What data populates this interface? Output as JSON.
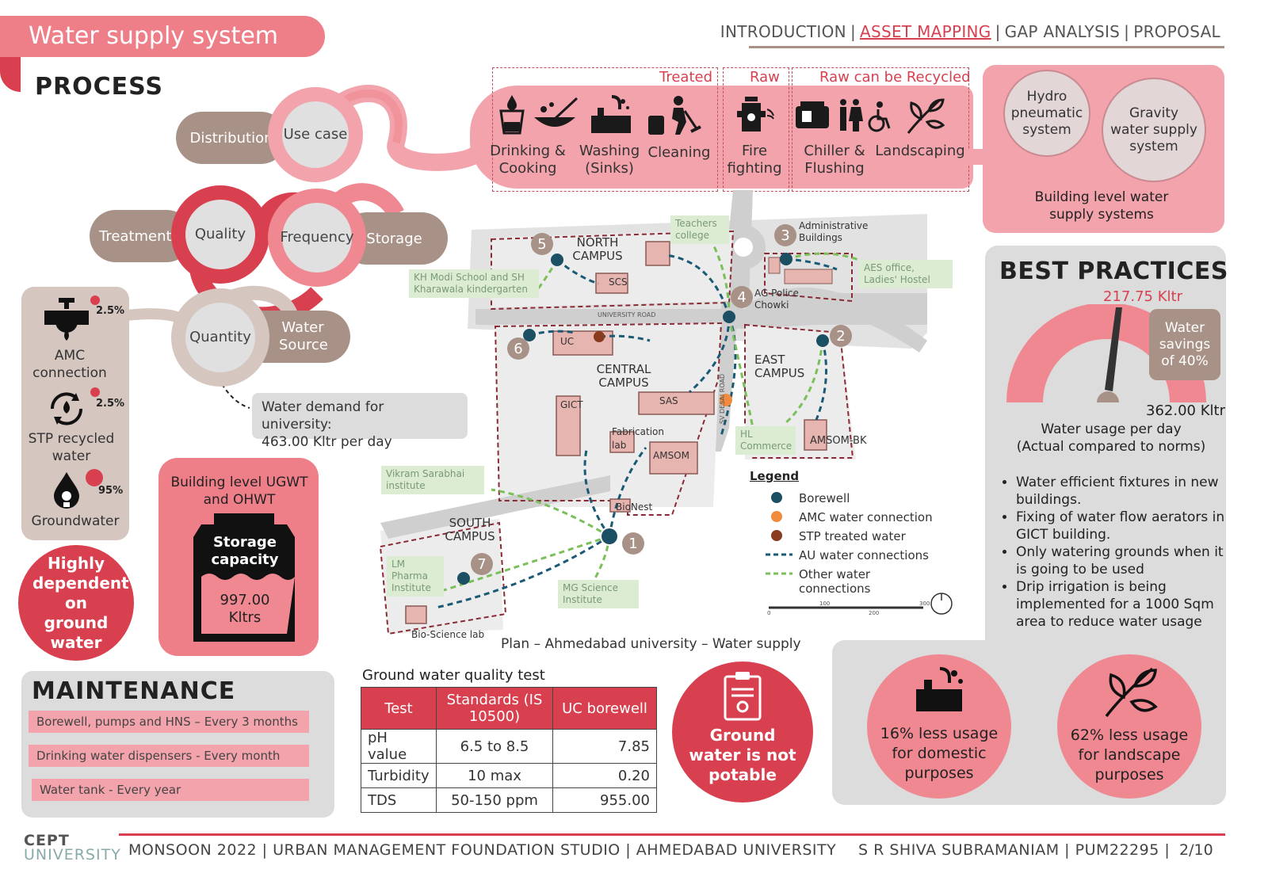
{
  "header": {
    "title": "Water supply system",
    "section": "PROCESS",
    "nav": [
      "INTRODUCTION",
      "ASSET MAPPING",
      "GAP ANALYSIS",
      "PROPOSAL"
    ],
    "nav_active": "ASSET MAPPING"
  },
  "process": {
    "distribution": "Distribution",
    "use_case": "Use case",
    "treatment": "Treatment",
    "quality": "Quality",
    "frequency": "Frequency",
    "storage": "Storage",
    "quantity": "Quantity",
    "water_source": "Water Source",
    "demand_line1": "Water demand for university:",
    "demand_line2": "463.00 Kltr per day"
  },
  "use_cases": {
    "categories": [
      "Treated",
      "Raw",
      "Raw can be Recycled"
    ],
    "items": [
      {
        "label1": "Drinking &",
        "label2": "Cooking",
        "icon": "drinking-water-icon"
      },
      {
        "label1": "Washing",
        "label2": "(Sinks)",
        "icon": "washing-dishes-icon"
      },
      {
        "label1": "Cleaning",
        "label2": "",
        "icon": "cleaning-icon"
      },
      {
        "label1": "Fire",
        "label2": "fighting",
        "icon": "fire-hydrant-icon"
      },
      {
        "label1": "Chiller &",
        "label2": "Flushing",
        "icon": "toilet-icon"
      },
      {
        "label1": "Landscaping",
        "label2": "",
        "icon": "plant-icon"
      }
    ]
  },
  "building_systems": {
    "hydro": "Hydro pneumatic system",
    "gravity": "Gravity water supply system",
    "caption": "Building level water supply systems"
  },
  "sources": [
    {
      "label1": "AMC",
      "label2": "connection",
      "pct": "2.5%",
      "icon": "valve-icon"
    },
    {
      "label1": "STP recycled",
      "label2": "water",
      "pct": "2.5%",
      "icon": "recycle-water-icon"
    },
    {
      "label1": "Groundwater",
      "label2": "",
      "pct": "95%",
      "icon": "ground-water-drop-icon"
    }
  ],
  "ugwt": {
    "title": "Building level UGWT and OHWT",
    "tank_label": "Storage capacity",
    "tank_value": "997.00",
    "tank_unit": "Kltrs"
  },
  "highly_dependent": "Highly dependent on ground water",
  "maintenance": {
    "title": "MAINTENANCE",
    "items": [
      "Borewell, pumps and HNS – Every 3 months",
      "Drinking water dispensers  -  Every month",
      "Water tank  -  Every year"
    ]
  },
  "quality_test": {
    "title": "Ground water quality test",
    "headers": [
      "Test",
      "Standards (IS 10500)",
      "UC borewell"
    ],
    "rows": [
      [
        "pH value",
        "6.5 to 8.5",
        "7.85"
      ],
      [
        "Turbidity",
        "10 max",
        "0.20"
      ],
      [
        "TDS",
        "50-150 ppm",
        "955.00"
      ]
    ]
  },
  "potable": "Ground water is not potable",
  "map": {
    "caption": "Plan – Ahmedabad university – Water supply",
    "campuses": {
      "north": "NORTH CAMPUS",
      "central": "CENTRAL CAMPUS",
      "east": "EAST CAMPUS",
      "south": "SOUTH CAMPUS"
    },
    "buildings": {
      "scs": "SCS",
      "uc": "UC",
      "gict": "GICT",
      "sas": "SAS",
      "fab": "Fabrication lab",
      "amsom": "AMSOM",
      "amsom_bk": "AMSOM-BK",
      "bionest": "BioNest",
      "bio_lab": "Bio-Science lab",
      "admin": "Administrative Buildings",
      "ag_police": "AG Police Chowki",
      "univ_road": "UNIVERSITY ROAD",
      "sv_road": "SV DESAI ROAD"
    },
    "external": {
      "teachers": "Teachers college",
      "kh_modi": "KH Modi School and SH Kharawala kindergarten",
      "aes": "AES office, Ladies' Hostel",
      "vikram": "Vikram Sarabhai institute",
      "lm": "LM Pharma Institute",
      "mg": "MG Science Institute",
      "hl": "HL Commerce"
    },
    "numbers": [
      "1",
      "2",
      "3",
      "4",
      "5",
      "6",
      "7"
    ],
    "legend_title": "Legend",
    "legend": [
      {
        "label": "Borewell",
        "color": "#1b4f63"
      },
      {
        "label": "AMC water connection",
        "color": "#f08a3c"
      },
      {
        "label": "STP treated water",
        "color": "#8a3a1e"
      },
      {
        "label": "AU water connections",
        "color": "#1b5a75"
      },
      {
        "label": "Other water connections",
        "color": "#7bbf5a"
      }
    ],
    "scale": [
      "0",
      "100",
      "200",
      "300"
    ]
  },
  "best_practices": {
    "title": "BEST PRACTICES",
    "gauge_top": "217.75 Kltr",
    "savings": "Water savings of 40%",
    "gauge_value": "362.00 Kltr",
    "usage_line1": "Water usage per day",
    "usage_line2": "(Actual compared to norms)",
    "bullets": [
      "Water efficient fixtures in new buildings.",
      "Fixing of water flow aerators in GICT building.",
      "Only watering grounds when it is going to be used",
      "Drip irrigation is being implemented for a 1000 Sqm area to reduce water usage"
    ],
    "stat1": "16% less usage for domestic purposes",
    "stat2": "62% less usage for landscape purposes"
  },
  "footer": {
    "logo_top": "CEPT",
    "logo_bottom": "UNIVERSITY",
    "left": "MONSOON 2022 | URBAN MANAGEMENT FOUNDATION STUDIO | AHMEDABAD UNIVERSITY",
    "right": "S R SHIVA SUBRAMANIAM | PUM22295 |",
    "page": "2/10"
  },
  "colors": {
    "accent": "#d8404f",
    "pink": "#ef8891",
    "brown": "#a89287",
    "grey": "#dcdcdc"
  }
}
